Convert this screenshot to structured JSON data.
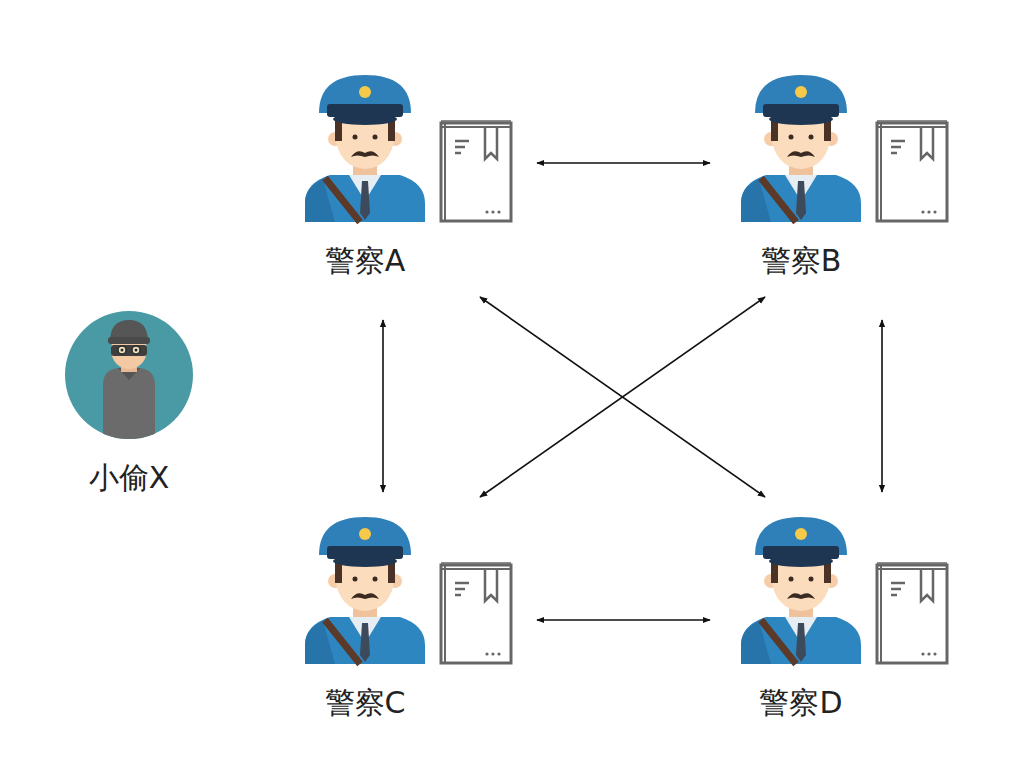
{
  "diagram": {
    "nodes": [
      {
        "text": [
          "警察A"
        ]
      },
      {
        "text": [
          "警察B"
        ]
      },
      {
        "text": [
          "小偷X"
        ]
      },
      {
        "text": [
          "警察C"
        ]
      },
      {
        "text": [
          "警察D"
        ]
      }
    ],
    "edges": [
      {
        "from": 0,
        "to": 1,
        "arrow": "both"
      },
      {
        "from": 0,
        "to": 3,
        "arrow": "both"
      },
      {
        "from": 1,
        "to": 4,
        "arrow": "both"
      },
      {
        "from": 3,
        "to": 4,
        "arrow": "both"
      },
      {
        "from": 0,
        "to": 4,
        "arrow": "both"
      },
      {
        "from": 1,
        "to": 3,
        "arrow": "both"
      }
    ]
  }
}
